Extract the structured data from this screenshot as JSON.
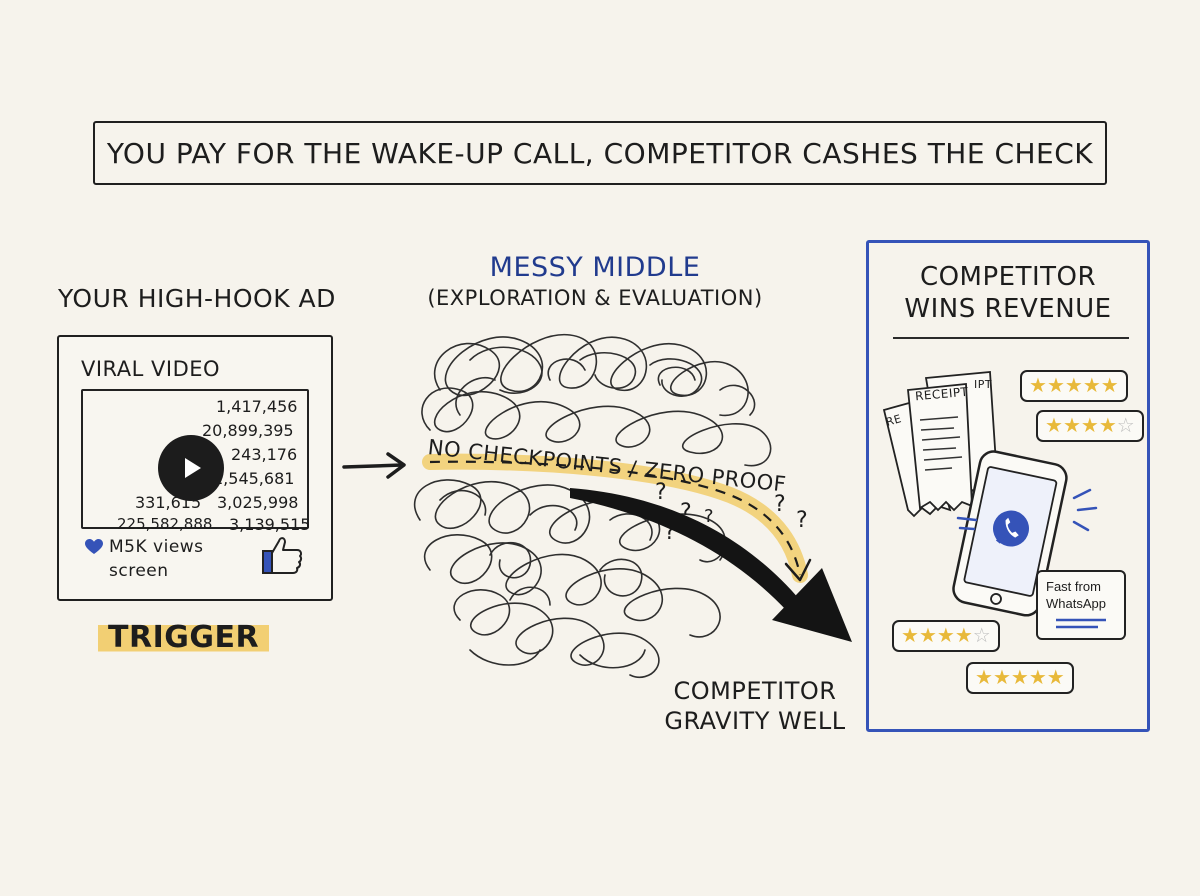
{
  "title": "YOU PAY FOR THE WAKE-UP CALL, COMPETITOR CASHES THE CHECK",
  "ad": {
    "heading": "YOUR HIGH-HOOK AD",
    "card_label": "VIRAL VIDEO",
    "numbers": [
      "1,417,456",
      "20,899,395",
      "243,176",
      "1,545,681",
      "331,615",
      "3,025,998",
      "225,582,888",
      "3,139,515"
    ],
    "views": "M5K views",
    "screen": "screen",
    "trigger": "TRIGGER"
  },
  "messy_middle": {
    "title": "MESSY MIDDLE",
    "subtitle": "(EXPLORATION & EVALUATION)",
    "path_label": "NO CHECKPOINTS / ZERO PROOF",
    "question_marks": [
      "?",
      "?",
      "?",
      "?",
      "?",
      "?"
    ]
  },
  "gravity": {
    "line1": "COMPETITOR",
    "line2": "GRAVITY WELL"
  },
  "competitor": {
    "title_line1": "COMPETITOR",
    "title_line2": "WINS REVENUE",
    "receipt_labels": [
      "RECEIPT",
      "RE",
      "IPT"
    ],
    "whatsapp_text_line1": "Fast from",
    "whatsapp_text_line2": "WhatsApp",
    "ratings": [
      5,
      4,
      4,
      5
    ],
    "rating_max": 5
  },
  "colors": {
    "accent_blue": "#3553b8",
    "title_blue": "#213b8e",
    "highlight_yellow": "#f2cf73",
    "star_gold": "#e8b93a",
    "ink": "#1d1d1d"
  }
}
